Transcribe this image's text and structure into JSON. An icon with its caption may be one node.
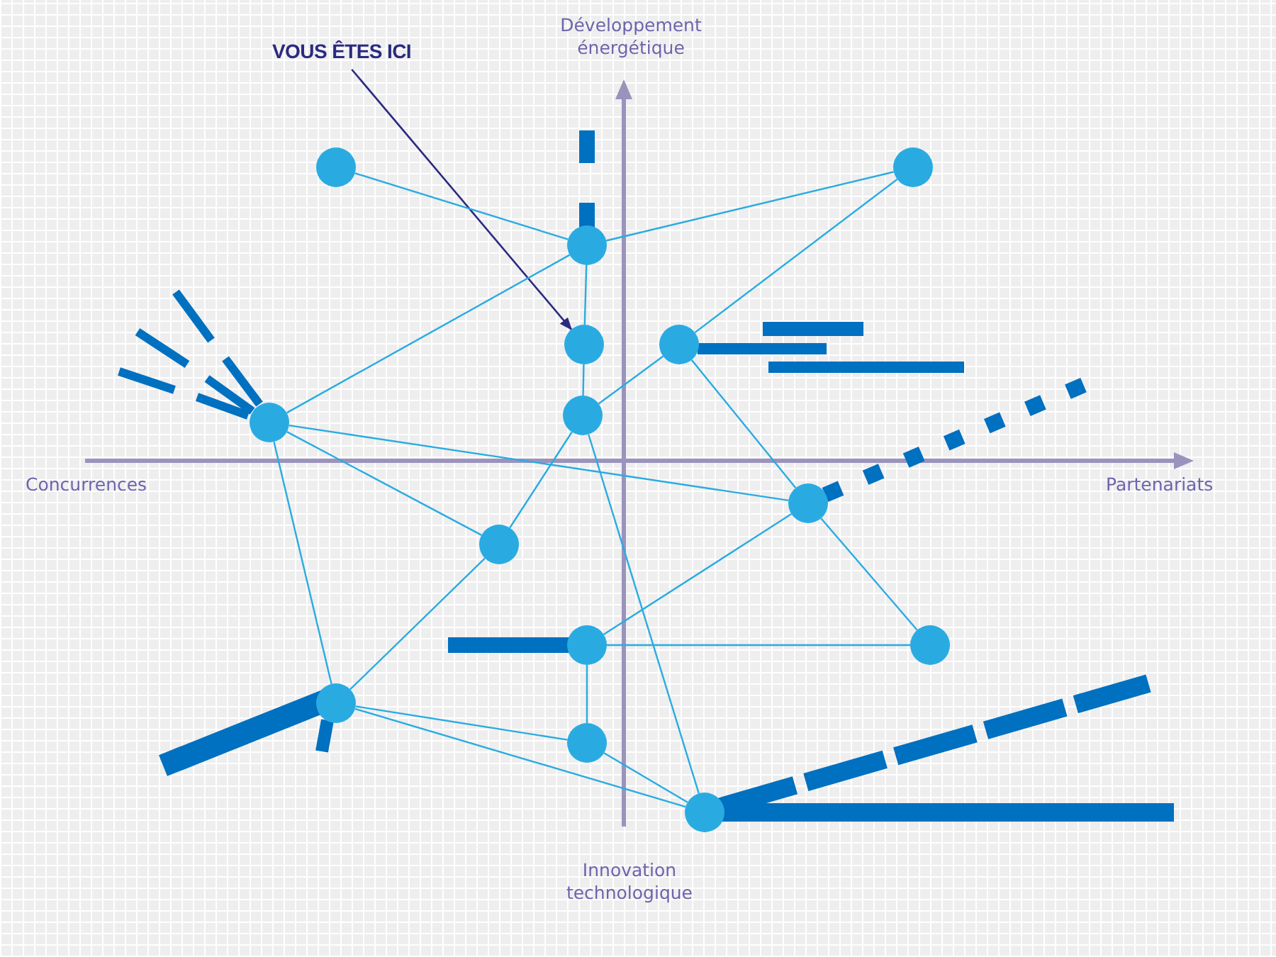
{
  "diagram": {
    "nodes": [
      {
        "text": [
          "VOUS ÊTES ICI"
        ]
      },
      {
        "text": [],
        "shape": "circle"
      },
      {
        "text": [],
        "shape": "circle"
      },
      {
        "text": [],
        "shape": "circle"
      },
      {
        "text": [],
        "shape": "circle"
      },
      {
        "text": [],
        "shape": "circle"
      },
      {
        "text": [],
        "shape": "circle"
      },
      {
        "text": [],
        "shape": "circle"
      },
      {
        "text": [],
        "shape": "circle"
      },
      {
        "text": [],
        "shape": "circle"
      },
      {
        "text": [],
        "shape": "circle"
      },
      {
        "text": [],
        "shape": "circle"
      },
      {
        "text": [],
        "shape": "circle"
      },
      {
        "text": [],
        "shape": "circle"
      },
      {
        "text": [],
        "shape": "circle"
      }
    ],
    "edges": [
      {
        "from": 0,
        "to": 4,
        "arrow": "to",
        "color": "#2b2a80"
      },
      {
        "from": 1,
        "to": 3,
        "arrow": "none"
      },
      {
        "from": 3,
        "to": 2,
        "arrow": "none"
      },
      {
        "from": 6,
        "to": 3,
        "arrow": "none"
      },
      {
        "from": 3,
        "to": 4,
        "arrow": "none"
      },
      {
        "from": 4,
        "to": 7,
        "arrow": "none"
      },
      {
        "from": 7,
        "to": 5,
        "arrow": "none"
      },
      {
        "from": 5,
        "to": 2,
        "arrow": "none"
      },
      {
        "from": 5,
        "to": 8,
        "arrow": "none"
      },
      {
        "from": 6,
        "to": 8,
        "arrow": "none"
      },
      {
        "from": 6,
        "to": 9,
        "arrow": "none"
      },
      {
        "from": 6,
        "to": 12,
        "arrow": "none"
      },
      {
        "from": 7,
        "to": 9,
        "arrow": "none"
      },
      {
        "from": 7,
        "to": 14,
        "arrow": "none"
      },
      {
        "from": 9,
        "to": 12,
        "arrow": "none"
      },
      {
        "from": 8,
        "to": 10,
        "arrow": "none"
      },
      {
        "from": 8,
        "to": 11,
        "arrow": "none"
      },
      {
        "from": 10,
        "to": 11,
        "arrow": "none"
      },
      {
        "from": 10,
        "to": 13,
        "arrow": "none"
      },
      {
        "from": 12,
        "to": 13,
        "arrow": "none"
      },
      {
        "from": 12,
        "to": 14,
        "arrow": "none"
      },
      {
        "from": 13,
        "to": 14,
        "arrow": "none"
      }
    ],
    "labels": [
      "Développement énergétique",
      "Concurrences",
      "Partenariats",
      "Innovation technologique"
    ]
  }
}
